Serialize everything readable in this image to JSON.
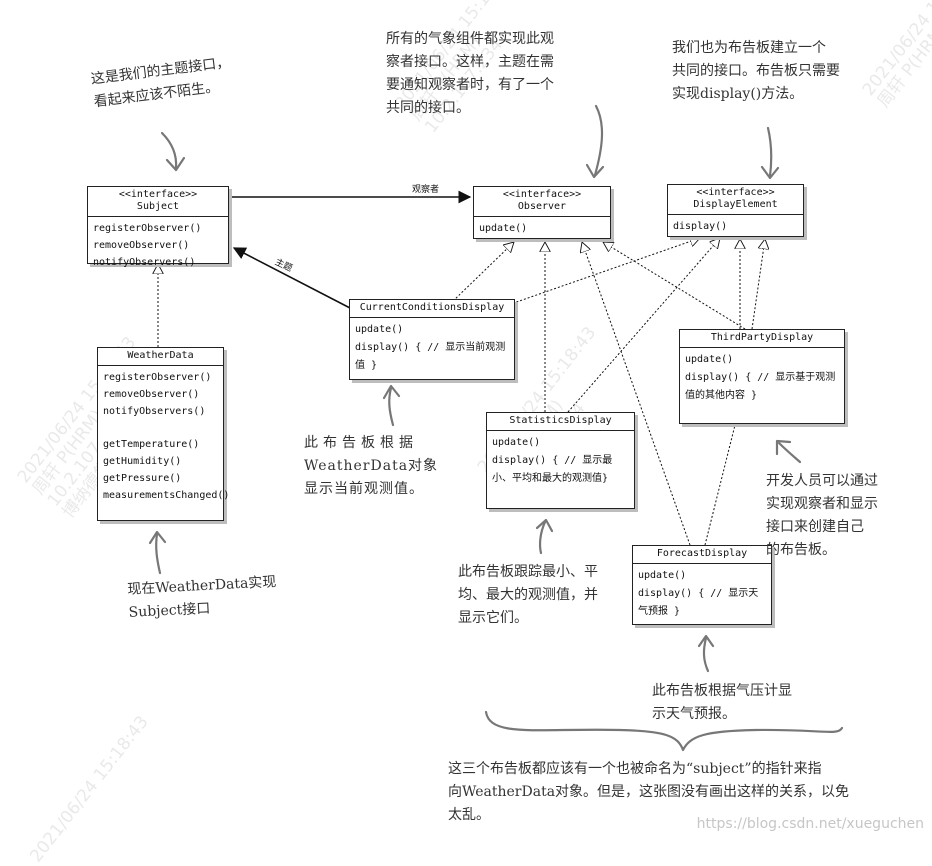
{
  "boxes": {
    "subject": {
      "stereotype": "<<interface>>",
      "name": "Subject",
      "methods": [
        "registerObserver()",
        "removeObserver()",
        "notifyObservers()"
      ]
    },
    "observer": {
      "stereotype": "<<interface>>",
      "name": "Observer",
      "methods": [
        "update()"
      ]
    },
    "display_element": {
      "stereotype": "<<interface>>",
      "name": "DisplayElement",
      "methods": [
        "display()"
      ]
    },
    "weather_data": {
      "name": "WeatherData",
      "methods_a": [
        "registerObserver()",
        "removeObserver()",
        "notifyObservers()"
      ],
      "methods_b": [
        "getTemperature()",
        "getHumidity()",
        "getPressure()",
        "measurementsChanged()"
      ]
    },
    "current_conditions": {
      "name": "CurrentConditionsDisplay",
      "update": "update()",
      "display": "display() { // 显示当前观测值 }"
    },
    "statistics": {
      "name": "StatisticsDisplay",
      "update": "update()",
      "display": "display() { // 显示最小、平均和最大的观测值}"
    },
    "third_party": {
      "name": "ThirdPartyDisplay",
      "update": "update()",
      "display": "display() { // 显示基于观测值的其他内容 }"
    },
    "forecast": {
      "name": "ForecastDisplay",
      "update": "update()",
      "display": "display() { // 显示天气预报 }"
    }
  },
  "labels": {
    "observers": "观察者",
    "subject": "主题"
  },
  "notes": {
    "subject_interface": [
      "这是我们的主题接口，",
      "看起来应该不陌生。"
    ],
    "observer_interface": [
      "所有的气象组件都实现此观",
      "察者接口。这样，主题在需",
      "要通知观察者时，有了一个",
      "共同的接口。"
    ],
    "display_interface": [
      "我们也为布告板建立一个",
      "共同的接口。布告板只需要",
      "实现display()方法。"
    ],
    "current_display": [
      "此布告板根据",
      "WeatherData对象",
      "显示当前观测值。"
    ],
    "weather_data": [
      "现在WeatherData实现",
      "Subject接口"
    ],
    "statistics": [
      "此布告板跟踪最小、平",
      "均、最大的观测值，并",
      "显示它们。"
    ],
    "developers": [
      "开发人员可以通过",
      "实现观察者和显示",
      "接口来创建自己",
      "的布告板。"
    ],
    "forecast": [
      "此布告板根据气压计显",
      "示天气预报。"
    ],
    "bottom": [
      "这三个布告板都应该有一个也被命名为“subject”的指针来指",
      "向WeatherData对象。但是，这张图没有画出这样的关系，以免",
      "太乱。"
    ]
  },
  "watermarks": [
    "2021/06/24 15:18:43",
    "周轩 P(HRM)",
    "10.2.107.234",
    "博纳德集团"
  ],
  "source_url": "https://blog.csdn.net/xueguchen"
}
